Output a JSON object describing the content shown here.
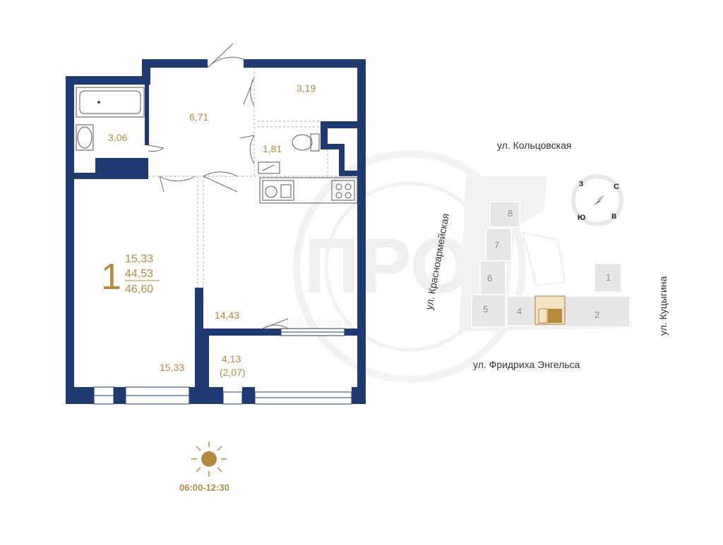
{
  "watermark": {
    "logo": "ПРО",
    "site": "pronedvizh.com"
  },
  "apartment": {
    "rooms_count": "1",
    "living_area": "15,33",
    "total_area_no_balcony": "44,53",
    "total_area": "46,60"
  },
  "rooms": {
    "hall": "6,71",
    "storage": "3,19",
    "bathroom": "3,06",
    "toilet": "1,81",
    "kitchen": "14,43",
    "bedroom": "15,33",
    "balcony": "4,13",
    "balcony_reduced": "(2,07)"
  },
  "sun": {
    "time": "06:00-12:30"
  },
  "site_plan": {
    "streets": {
      "north": "ул. Кольцовская",
      "south": "ул. Фридриха Энгельса",
      "west": "ул. Красноармейская",
      "east": "ул. Куцыгина"
    },
    "buildings": [
      "1",
      "2",
      "4",
      "5",
      "6",
      "7",
      "8"
    ],
    "compass": {
      "north": "С",
      "south": "Ю",
      "east": "В",
      "west": "З"
    }
  },
  "colors": {
    "wall": "#1f3b73",
    "accent": "#b58a3c"
  }
}
